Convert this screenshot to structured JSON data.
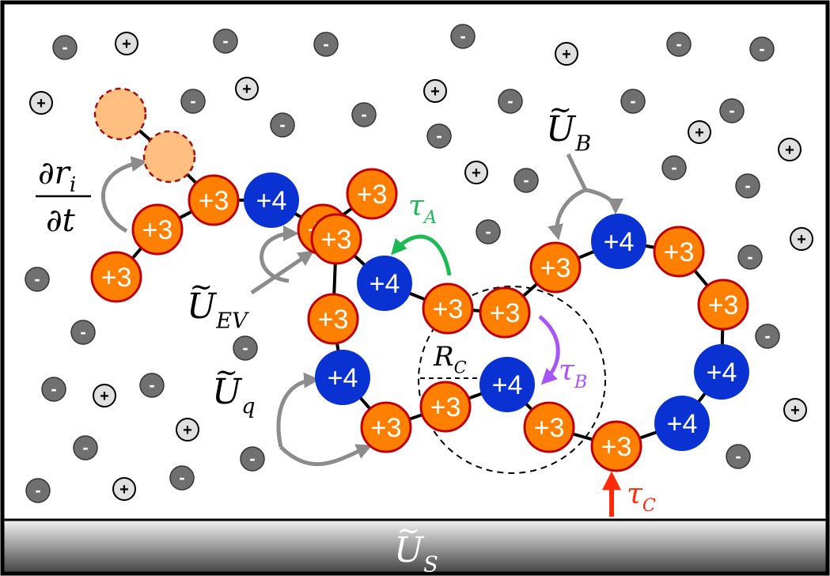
{
  "ions": {
    "anion_label": "-",
    "cation_label": "+",
    "anion_color": "#707070",
    "cation_color": "#e0e0e0"
  },
  "chain": {
    "trivalent_label": "+3",
    "tetravalent_label": "+4",
    "trivalent_color": "#ff7f00",
    "trivalent_border": "#c00000",
    "tetravalent_color": "#0a32d2",
    "bond_color": "#000000",
    "ghost_color": "#ffbf80"
  },
  "labels": {
    "dr_dt_numerator": "∂r",
    "dr_dt_numerator_sub": "i",
    "dr_dt_denominator": "∂t",
    "u_ev": "U",
    "u_ev_sub": "EV",
    "u_q": "U",
    "u_q_sub": "q",
    "u_b": "U",
    "u_b_sub": "B",
    "u_s": "U",
    "u_s_sub": "S",
    "tilde": "~",
    "tau_a": "τ",
    "tau_a_sub": "A",
    "tau_b": "τ",
    "tau_b_sub": "B",
    "tau_c": "τ",
    "tau_c_sub": "C",
    "r_c": "R",
    "r_c_sub": "C"
  },
  "colors": {
    "frame": "#000000",
    "arrow_gray": "#8c8c8c",
    "tau_a": "#1db954",
    "tau_b": "#a855f7",
    "tau_c": "#ff2a0a",
    "surface_top": "#ffffff",
    "surface_bottom": "#3a3a3a"
  }
}
